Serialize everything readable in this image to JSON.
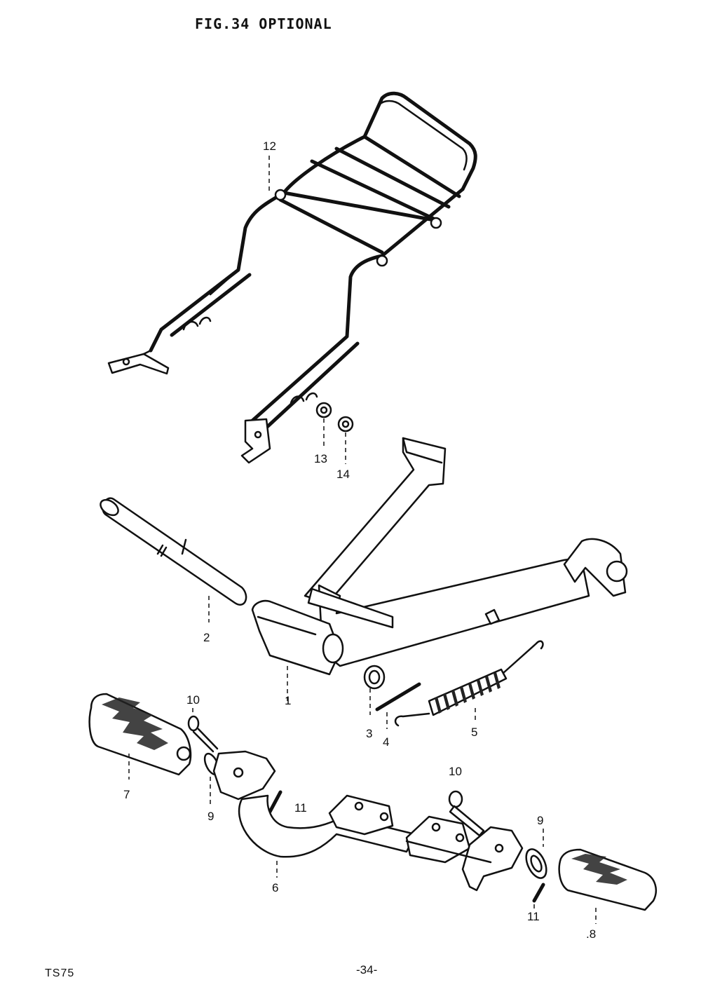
{
  "header": {
    "title": "FIG.34  OPTIONAL"
  },
  "footer": {
    "model": "TS75",
    "page": "-34-"
  },
  "callouts": {
    "c1": "1",
    "c2": "2",
    "c3": "3",
    "c4": "4",
    "c5": "5",
    "c6": "6",
    "c7": "7",
    "c8": ".8",
    "c9a": "9",
    "c9b": "9",
    "c10a": "10",
    "c10b": "10",
    "c11a": "11",
    "c11b": "11",
    "c12": "12",
    "c13": "13",
    "c14": "14"
  }
}
